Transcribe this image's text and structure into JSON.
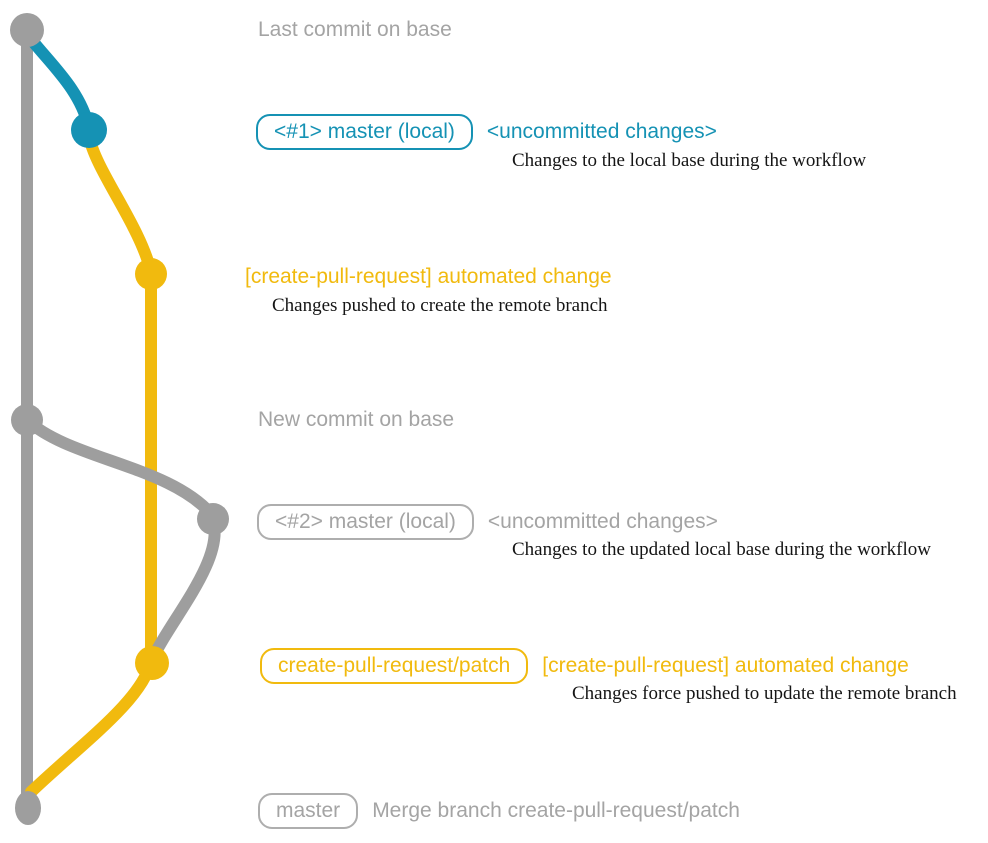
{
  "colors": {
    "blue": "#1592b4",
    "yellow": "#f1ba0e",
    "gray": "#9e9e9e",
    "gray_text": "#a4a4a4",
    "gray_border": "#aeaeae",
    "annotation_black": "#151515"
  },
  "rows": {
    "last_commit": {
      "text": "Last commit on base"
    },
    "commit1": {
      "badge": "<#1> master (local)",
      "title": "<uncommitted changes>",
      "desc": "Changes to the local base during the workflow"
    },
    "push1": {
      "title": "[create-pull-request] automated change",
      "desc": "Changes pushed to create the remote branch"
    },
    "new_commit": {
      "text": "New commit on base"
    },
    "commit2": {
      "badge": "<#2> master (local)",
      "title": "<uncommitted changes>",
      "desc": "Changes to the updated local base during the workflow"
    },
    "push2": {
      "badge": "create-pull-request/patch",
      "title": "[create-pull-request] automated change",
      "desc": "Changes force pushed to update the remote branch"
    },
    "merge": {
      "badge": "master",
      "title": "Merge branch create-pull-request/patch"
    }
  }
}
